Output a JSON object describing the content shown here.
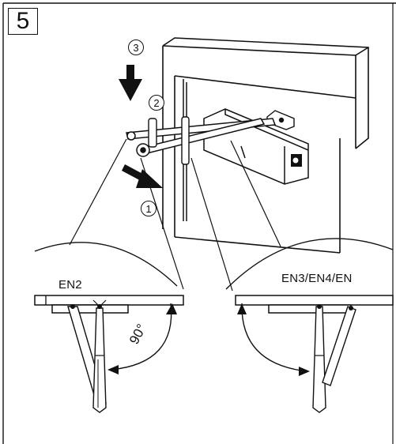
{
  "step_number": "5",
  "callouts": {
    "one": "1",
    "two": "2",
    "three": "3"
  },
  "labels": {
    "left_standard": "EN2",
    "right_standard": "EN3/EN4/EN",
    "angle": "90°"
  },
  "colors": {
    "ink": "#111111",
    "paper": "#ffffff"
  }
}
